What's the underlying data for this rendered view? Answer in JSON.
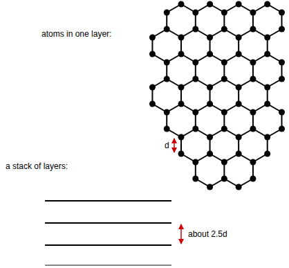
{
  "diagram": {
    "labels": [
      "atoms in one layer:",
      "d",
      "a stack of layers:",
      "about 2.5d"
    ]
  }
}
